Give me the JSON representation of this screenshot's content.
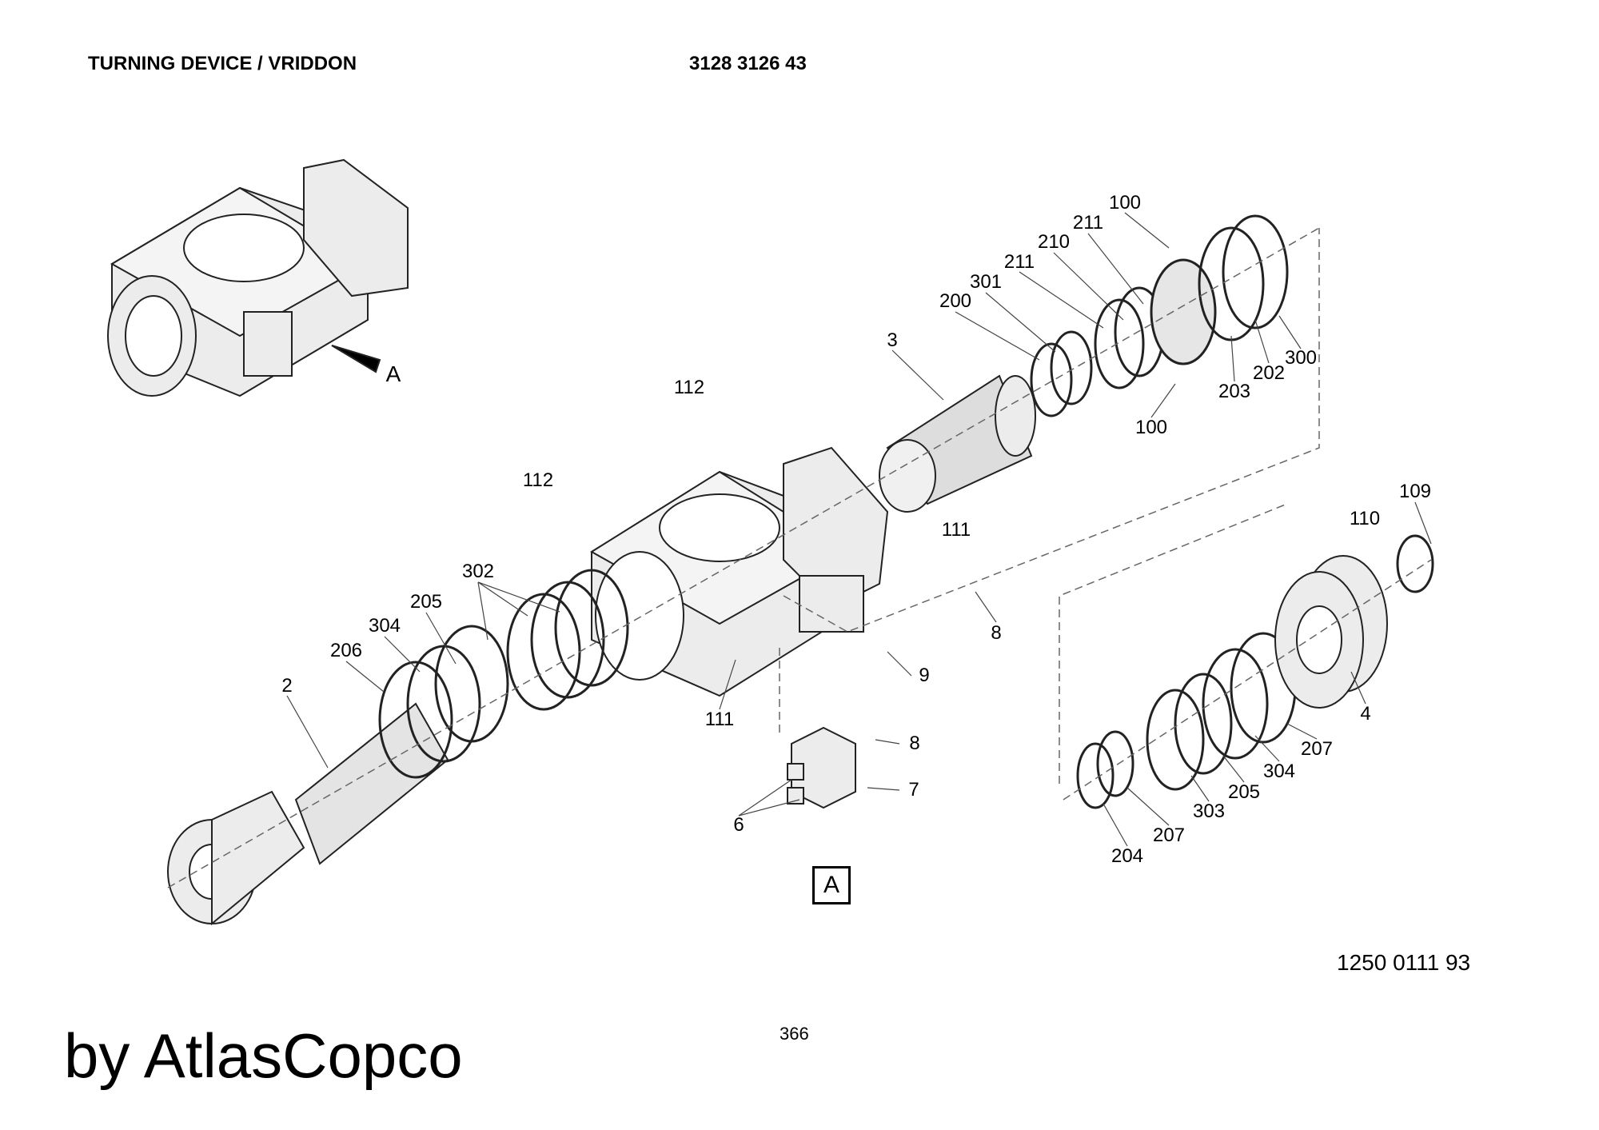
{
  "header": {
    "title": "TURNING DEVICE / VRIDDON",
    "part_number": "3128 3126 43"
  },
  "overview_view_label": "A",
  "detail_view_label": "A",
  "callouts": [
    {
      "id": "c112a",
      "text": "112"
    },
    {
      "id": "c112b",
      "text": "112"
    },
    {
      "id": "c111a",
      "text": "111"
    },
    {
      "id": "c111b",
      "text": "111"
    },
    {
      "id": "c302",
      "text": "302"
    },
    {
      "id": "c205a",
      "text": "205"
    },
    {
      "id": "c304a",
      "text": "304"
    },
    {
      "id": "c206",
      "text": "206"
    },
    {
      "id": "c2",
      "text": "2"
    },
    {
      "id": "c3",
      "text": "3"
    },
    {
      "id": "c200",
      "text": "200"
    },
    {
      "id": "c301",
      "text": "301"
    },
    {
      "id": "c211a",
      "text": "211"
    },
    {
      "id": "c210",
      "text": "210"
    },
    {
      "id": "c211b",
      "text": "211"
    },
    {
      "id": "c100a",
      "text": "100"
    },
    {
      "id": "c100b",
      "text": "100"
    },
    {
      "id": "c203",
      "text": "203"
    },
    {
      "id": "c202",
      "text": "202"
    },
    {
      "id": "c300",
      "text": "300"
    },
    {
      "id": "c109",
      "text": "109"
    },
    {
      "id": "c110",
      "text": "110"
    },
    {
      "id": "c8a",
      "text": "8"
    },
    {
      "id": "c9",
      "text": "9"
    },
    {
      "id": "c8b",
      "text": "8"
    },
    {
      "id": "c7",
      "text": "7"
    },
    {
      "id": "c6",
      "text": "6"
    },
    {
      "id": "c4",
      "text": "4"
    },
    {
      "id": "c207a",
      "text": "207"
    },
    {
      "id": "c304b",
      "text": "304"
    },
    {
      "id": "c205b",
      "text": "205"
    },
    {
      "id": "c303",
      "text": "303"
    },
    {
      "id": "c207b",
      "text": "207"
    },
    {
      "id": "c204",
      "text": "204"
    }
  ],
  "footer": {
    "drawing_number": "1250 0111 93",
    "page_number": "366",
    "brand": "by AtlasCopco"
  }
}
